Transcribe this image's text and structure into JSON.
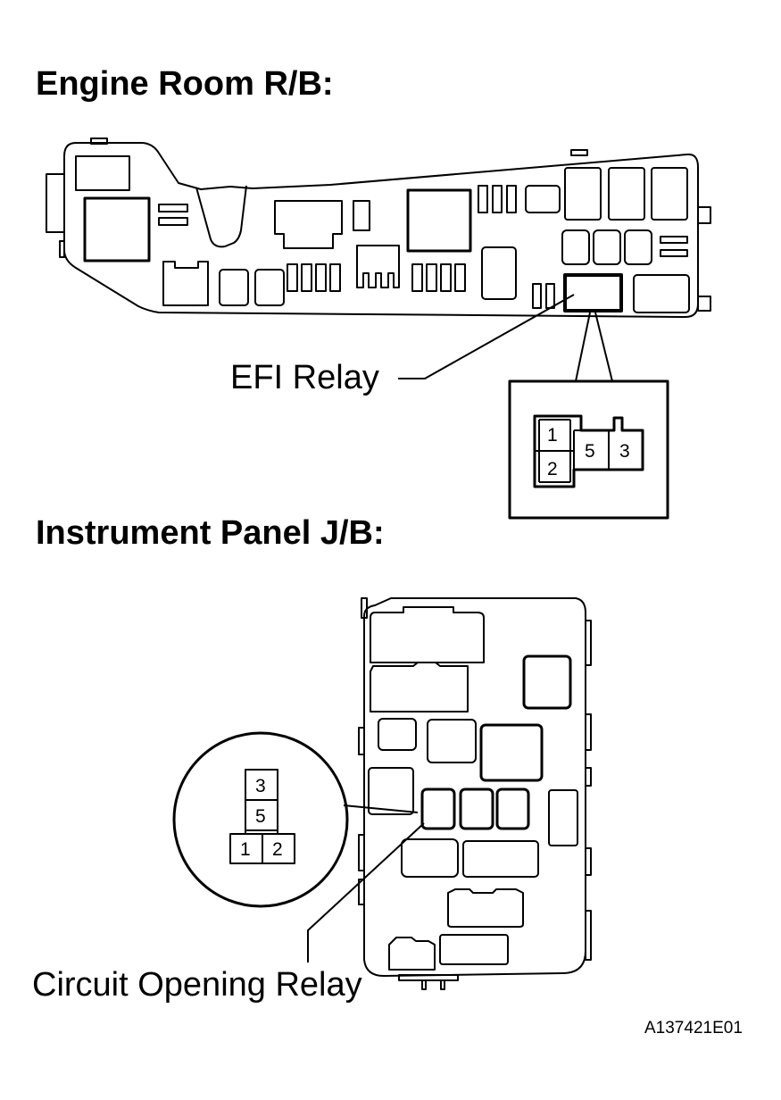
{
  "headings": {
    "engine_room": "Engine Room R/B:",
    "instrument_panel": "Instrument Panel J/B:"
  },
  "labels": {
    "efi_relay": "EFI Relay",
    "circuit_opening_relay": "Circuit Opening Relay"
  },
  "efi_relay_terminals": {
    "t1": "1",
    "t2": "2",
    "t5": "5",
    "t3": "3"
  },
  "circuit_opening_relay_terminals": {
    "t3": "3",
    "t5": "5",
    "t1": "1",
    "t2": "2"
  },
  "figure_code": "A137421E01"
}
